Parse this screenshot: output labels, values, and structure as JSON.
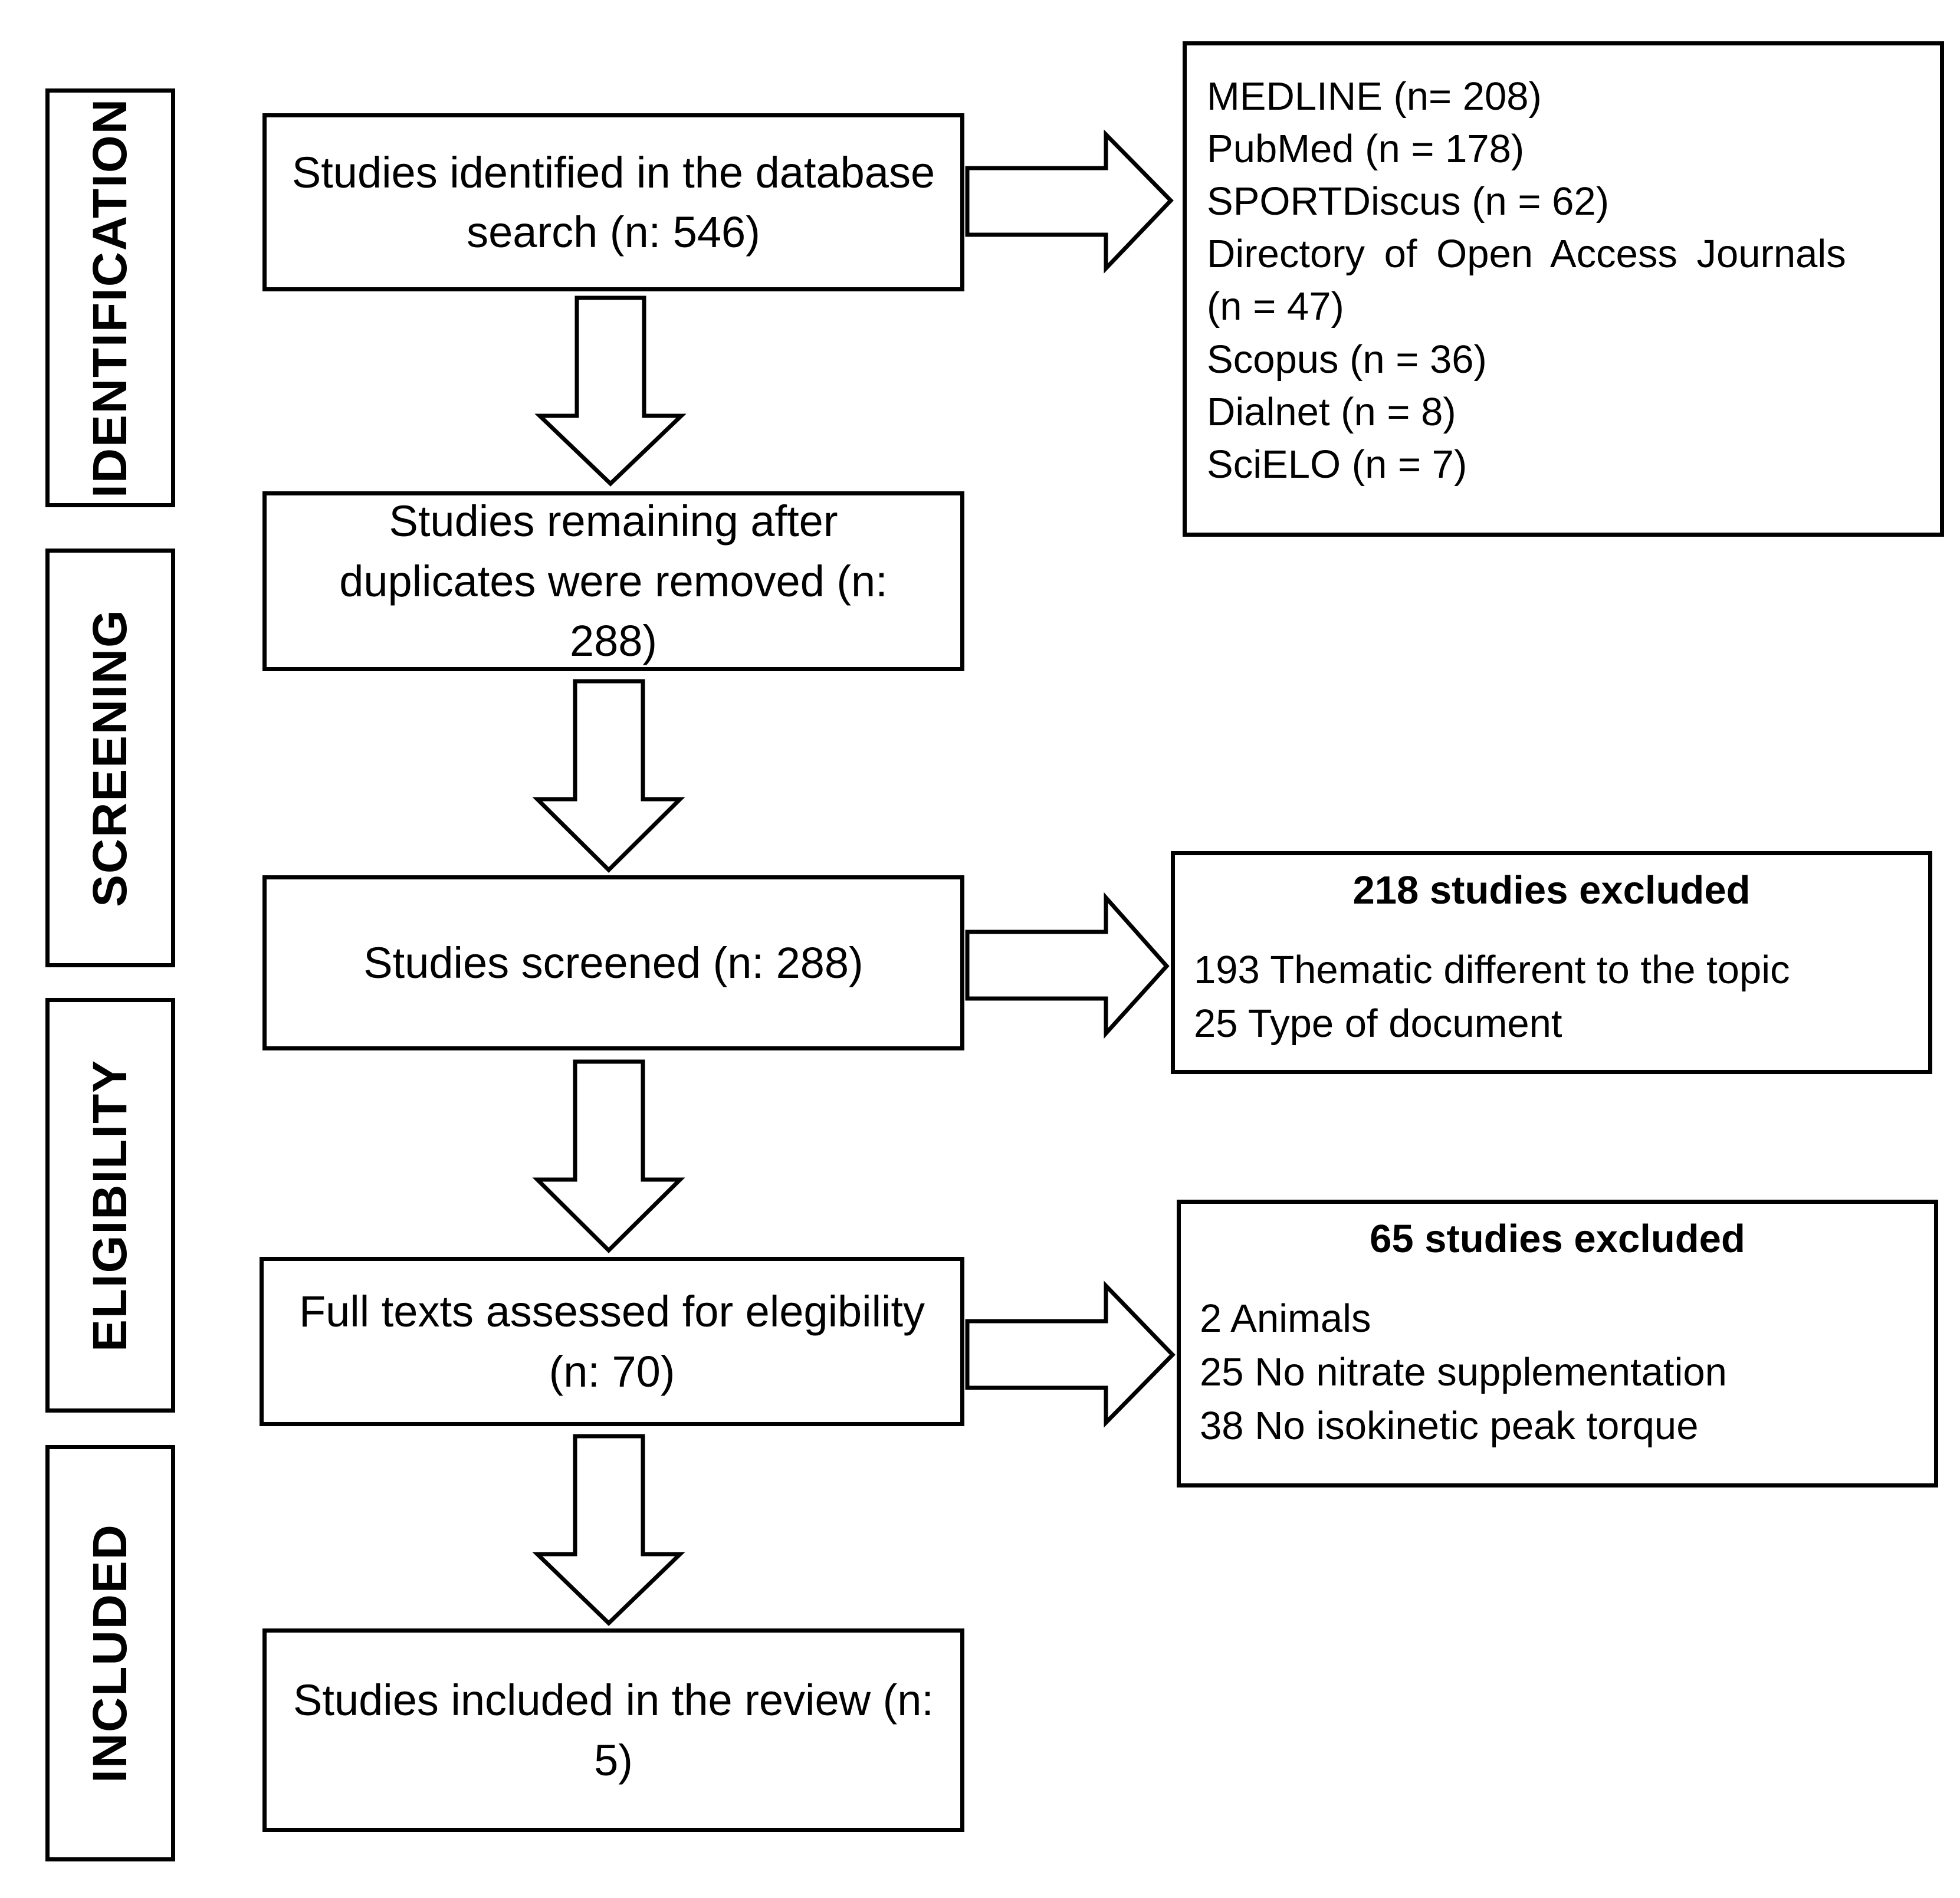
{
  "stages": [
    {
      "label": "IDENTIFICATION"
    },
    {
      "label": "SCREENING"
    },
    {
      "label": "ELIGIBILITY"
    },
    {
      "label": "INCLUDED"
    }
  ],
  "flow": {
    "identified": "Studies identified in the database search (n: 546)",
    "duplicates_removed": "Studies remaining after duplicates were removed (n: 288)",
    "screened": "Studies screened (n: 288)",
    "full_texts": "Full texts assessed for elegibility (n: 70)",
    "included": "Studies included in the review (n: 5)"
  },
  "databases": {
    "lines": [
      "MEDLINE (n= 208)",
      "PubMed (n = 178)",
      "SPORTDiscus (n = 62)",
      "Directory of Open Access Journals",
      "(n = 47)",
      "Scopus (n = 36)",
      "Dialnet (n = 8)",
      "SciELO (n = 7)"
    ]
  },
  "screening_exclusion": {
    "heading": "218 studies excluded",
    "lines": [
      "193 Thematic different to the topic",
      "25 Type of document"
    ]
  },
  "eligibility_exclusion": {
    "heading": "65 studies excluded",
    "lines": [
      "2 Animals",
      "25 No nitrate supplementation",
      "38 No isokinetic peak torque"
    ]
  }
}
